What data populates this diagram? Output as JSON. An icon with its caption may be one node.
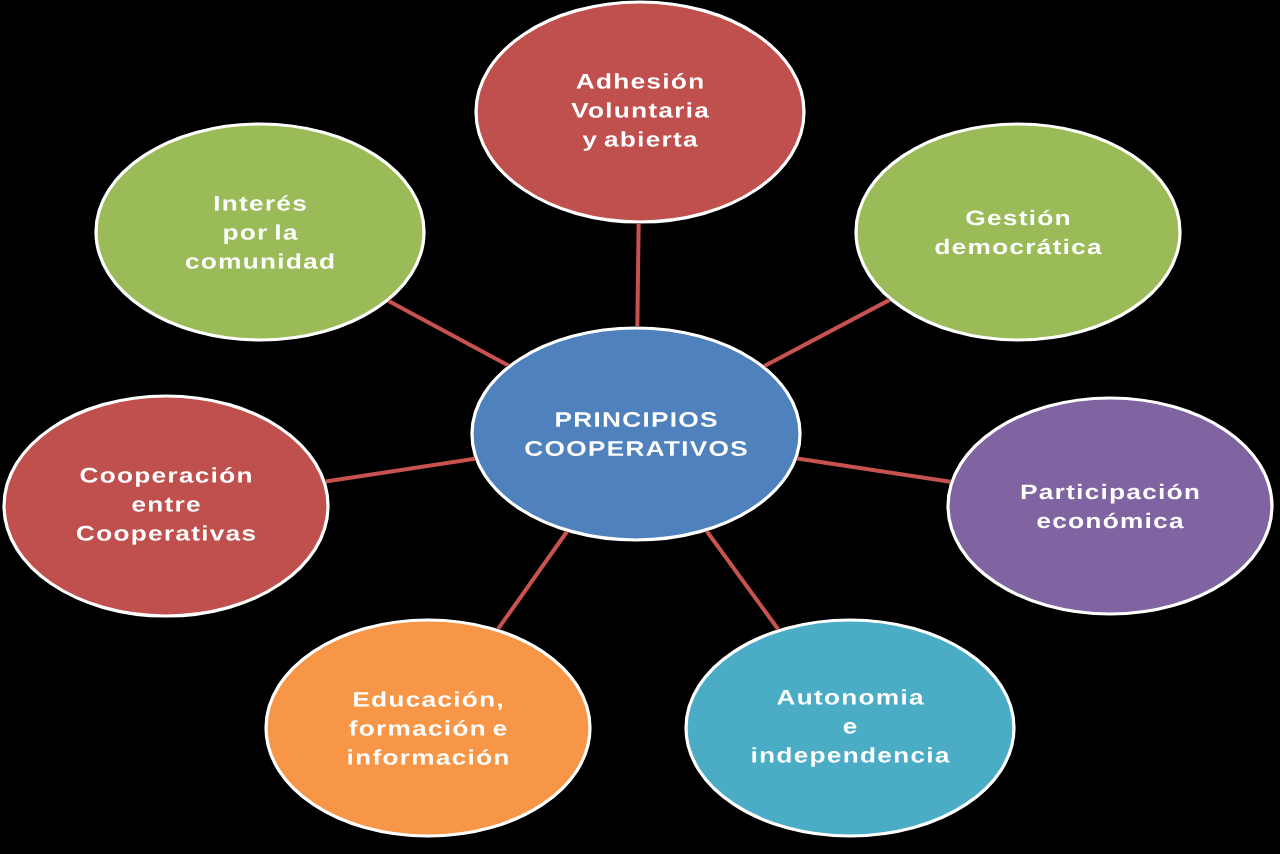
{
  "diagram": {
    "nodes": [
      {
        "text": [
          "PRINCIPIOS COOPERATIVOS"
        ]
      },
      {
        "text": [
          "Adhesión Voluntaria y abierta"
        ]
      },
      {
        "text": [
          "Gestión democrática"
        ]
      },
      {
        "text": [
          "Participación económica"
        ]
      },
      {
        "text": [
          "Autonomia e independencia"
        ]
      },
      {
        "text": [
          "Educación, formación e información"
        ]
      },
      {
        "text": [
          "Cooperación entre Cooperativas"
        ]
      },
      {
        "text": [
          "Interés por la comunidad"
        ]
      }
    ],
    "edges": [
      {
        "from": 0,
        "to": 1,
        "arrow": "none"
      },
      {
        "from": 0,
        "to": 2,
        "arrow": "none"
      },
      {
        "from": 0,
        "to": 3,
        "arrow": "none"
      },
      {
        "from": 0,
        "to": 4,
        "arrow": "none"
      },
      {
        "from": 0,
        "to": 5,
        "arrow": "none"
      },
      {
        "from": 0,
        "to": 6,
        "arrow": "none"
      },
      {
        "from": 0,
        "to": 7,
        "arrow": "none"
      }
    ]
  }
}
